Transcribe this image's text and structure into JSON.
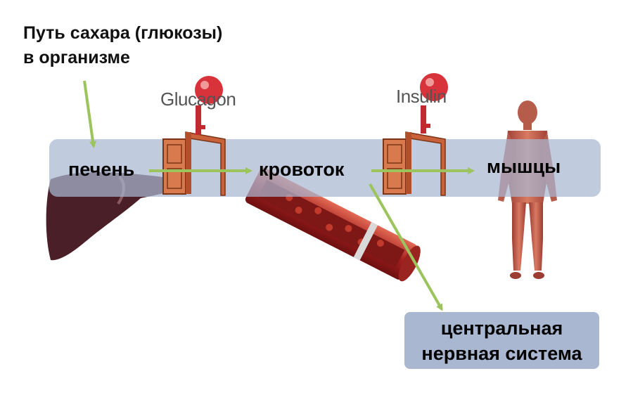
{
  "title": {
    "line1": "Путь сахара (глюкозы)",
    "line2": "в организме"
  },
  "labels": {
    "liver": "печень",
    "bloodstream": "кровоток",
    "muscles": "мышцы",
    "cns_line1": "центральная",
    "cns_line2": "нервная система"
  },
  "keys": {
    "glucagon": "Glucagon",
    "insulin": "Insulin"
  },
  "colors": {
    "band": "#a9b7d1",
    "arrow": "#9cc45c",
    "key": "#d8323a",
    "door": "#c9613a",
    "liver": "#4a1f27",
    "vessel": "#a4201f",
    "muscle": "#c9675a"
  }
}
